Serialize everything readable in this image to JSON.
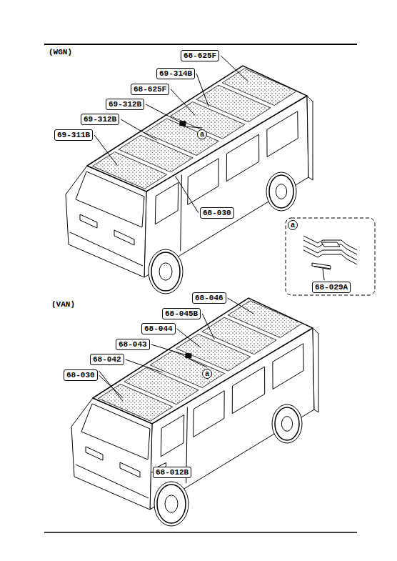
{
  "diagram": {
    "nodes": [
      {
        "text": [
          "68-625F"
        ]
      },
      {
        "text": [
          "69-314B"
        ]
      },
      {
        "text": [
          "68-625F"
        ]
      },
      {
        "text": [
          "69-312B"
        ]
      },
      {
        "text": [
          "69-312B"
        ]
      },
      {
        "text": [
          "69-311B"
        ]
      },
      {
        "text": [
          "a"
        ]
      },
      {
        "text": [
          "68-030"
        ]
      },
      {
        "text": [
          "a"
        ]
      },
      {
        "text": [
          "68-029A"
        ]
      },
      {
        "text": [
          "68-046"
        ]
      },
      {
        "text": [
          "68-045B"
        ]
      },
      {
        "text": [
          "68-044"
        ]
      },
      {
        "text": [
          "68-043"
        ]
      },
      {
        "text": [
          "68-042"
        ]
      },
      {
        "text": [
          "68-030"
        ]
      },
      {
        "text": [
          "a"
        ]
      },
      {
        "text": [
          "68-012B"
        ]
      }
    ],
    "labels": [
      "(WGN)",
      "(VAN)"
    ]
  }
}
